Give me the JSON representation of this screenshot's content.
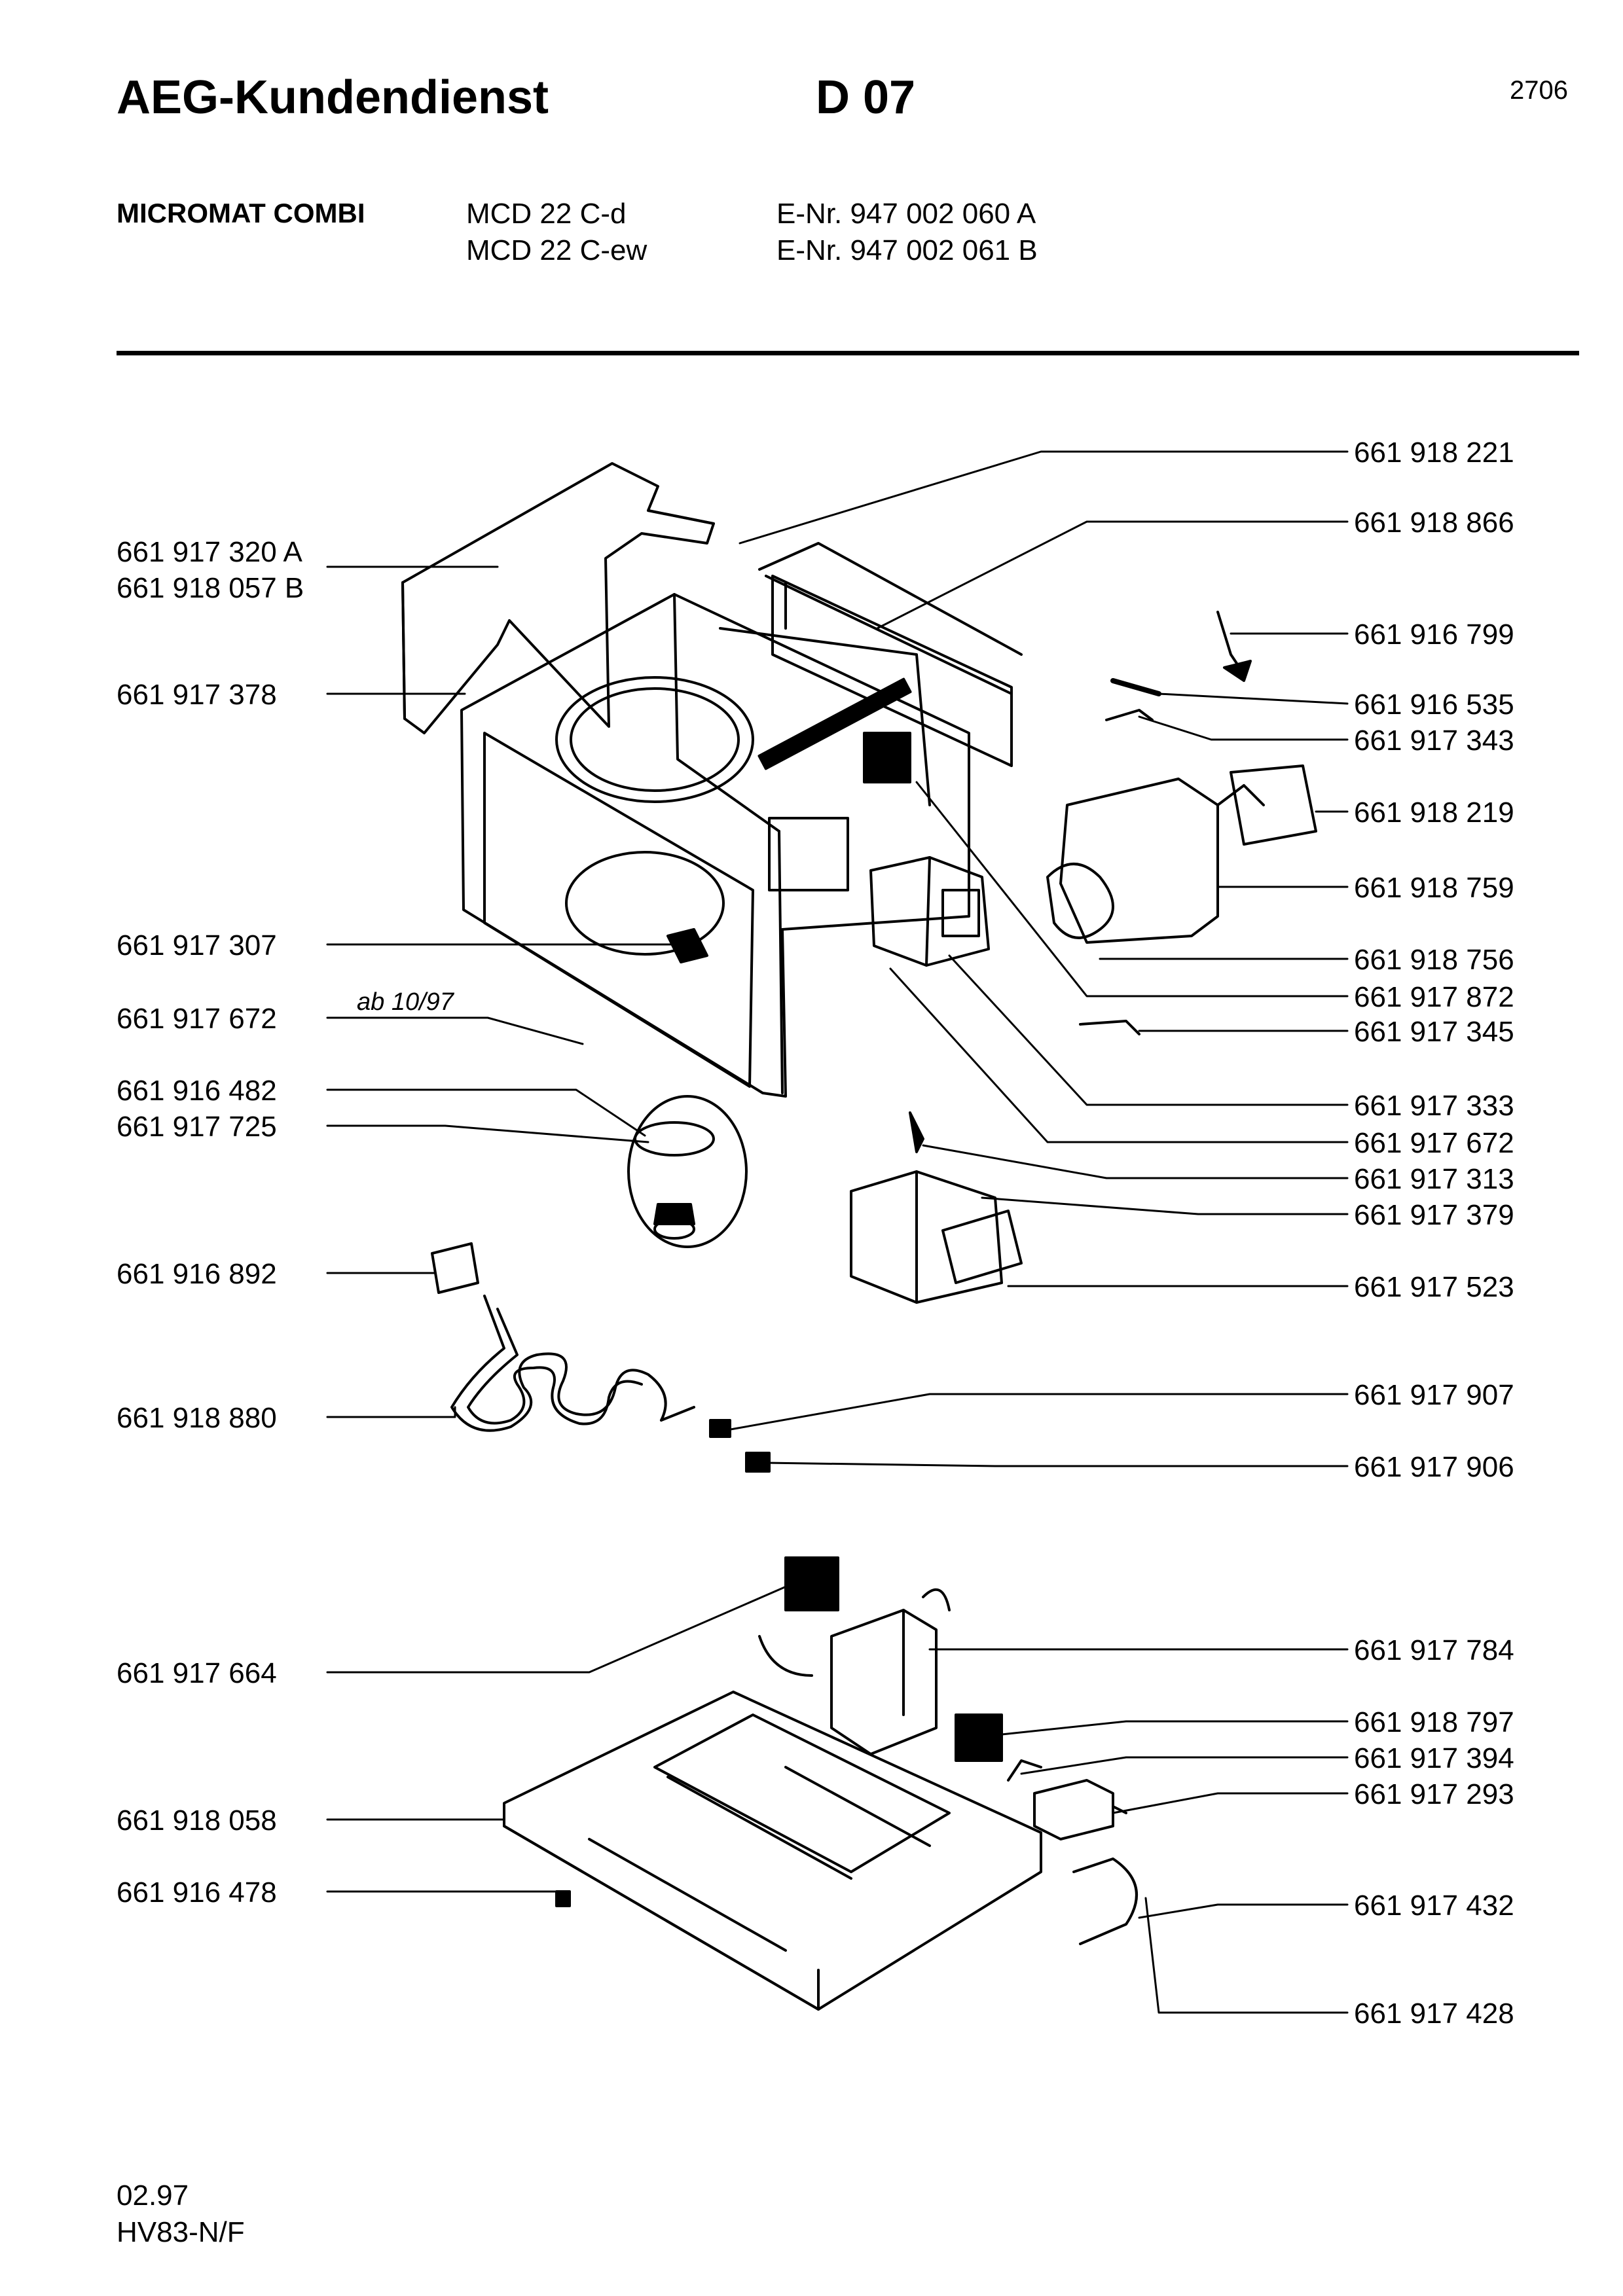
{
  "header": {
    "brand": "AEG-Kundendienst",
    "doc_code": "D 07",
    "page_no": "2706"
  },
  "model": {
    "line": "MICROMAT COMBI",
    "variants": [
      {
        "type": "MCD 22 C-d",
        "enr": "E-Nr. 947 002 060 A"
      },
      {
        "type": "MCD 22 C-ew",
        "enr": "E-Nr. 947 002 061 B"
      }
    ]
  },
  "labels_left": [
    "661 917 320 A",
    "661 918 057 B",
    "661 917 378",
    "661 917 307",
    "661 917 672",
    "661 916 482",
    "661 917 725",
    "661 916 892",
    "661 918 880",
    "661 917 664",
    "661 918 058",
    "661 916 478"
  ],
  "note_left": "ab 10/97",
  "labels_right": [
    "661 918 221",
    "661 918 866",
    "661 916 799",
    "661 916 535",
    "661 917 343",
    "661 918 219",
    "661 918 759",
    "661 918 756",
    "661 917 872",
    "661 917 345",
    "661 917 333",
    "661 917 672",
    "661 917 313",
    "661 917 379",
    "661 917 523",
    "661 917 907",
    "661 917 906",
    "661 917 784",
    "661 918 797",
    "661 917 394",
    "661 917 293",
    "661 917 432",
    "661 917 428"
  ],
  "footer": {
    "date": "02.97",
    "code": "HV83-N/F"
  }
}
